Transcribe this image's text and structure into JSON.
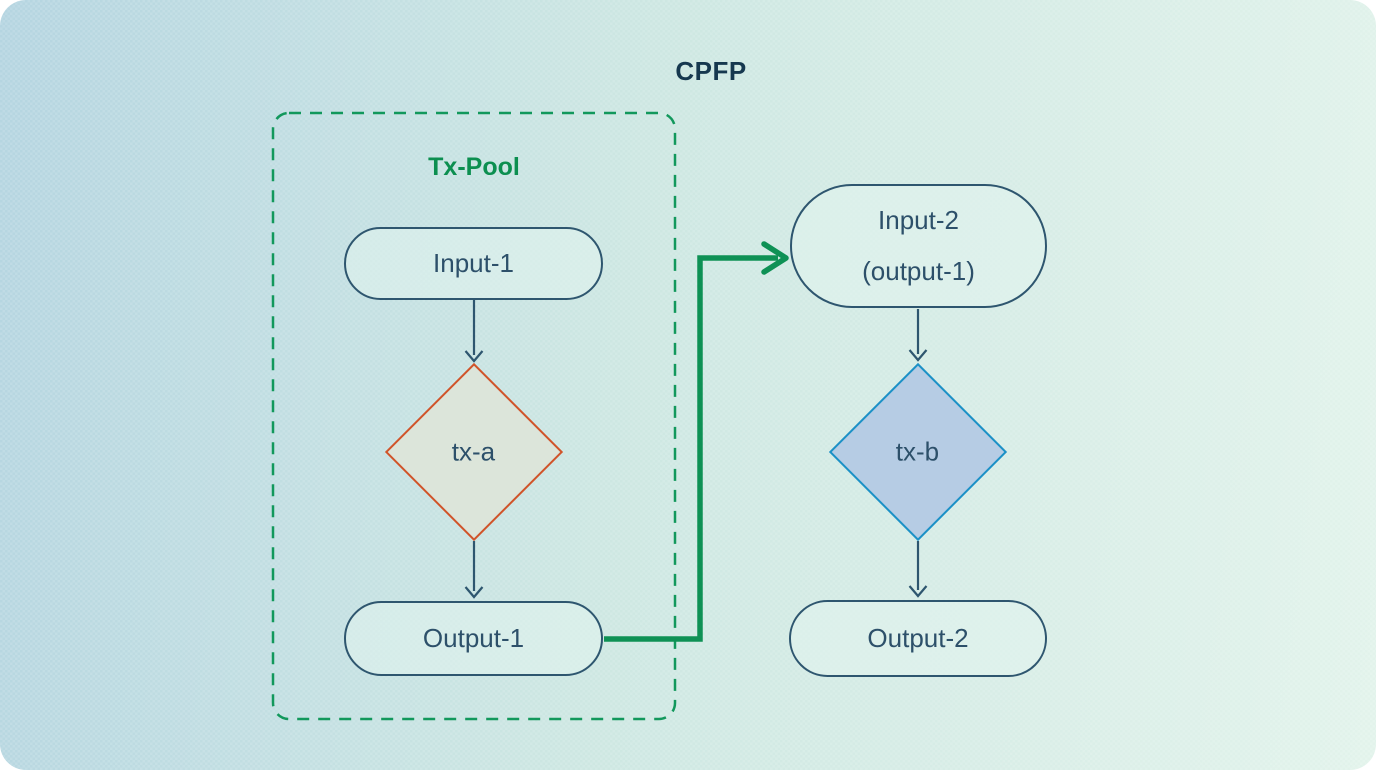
{
  "title": "CPFP",
  "pool": {
    "label": "Tx-Pool"
  },
  "nodes": {
    "input1": {
      "label": "Input-1",
      "shape": "stadium"
    },
    "tx_a": {
      "label": "tx-a",
      "shape": "diamond"
    },
    "output1": {
      "label": "Output-1",
      "shape": "stadium"
    },
    "input2": {
      "line1": "Input-2",
      "line2": "(output-1)",
      "shape": "stadium"
    },
    "tx_b": {
      "label": "tx-b",
      "shape": "diamond"
    },
    "output2": {
      "label": "Output-2",
      "shape": "stadium"
    }
  },
  "edges": [
    {
      "from": "input1",
      "to": "tx-a",
      "style": "navy-arrow"
    },
    {
      "from": "tx-a",
      "to": "output1",
      "style": "navy-arrow"
    },
    {
      "from": "output1",
      "to": "input2",
      "style": "green-arrow"
    },
    {
      "from": "input2",
      "to": "tx-b",
      "style": "navy-arrow"
    },
    {
      "from": "tx-b",
      "to": "output2",
      "style": "navy-arrow"
    }
  ],
  "colors": {
    "background_left": "#b5d5e1",
    "background_right": "#e2f3eb",
    "node_border": "#2e566f",
    "node_text": "#2d506a",
    "title_text": "#16384f",
    "pool_green": "#0f9355",
    "tx_a_border": "#d0542a",
    "tx_a_fill": "#dce5da",
    "tx_b_border": "#1b91c6",
    "tx_b_fill": "#b6cce4"
  }
}
